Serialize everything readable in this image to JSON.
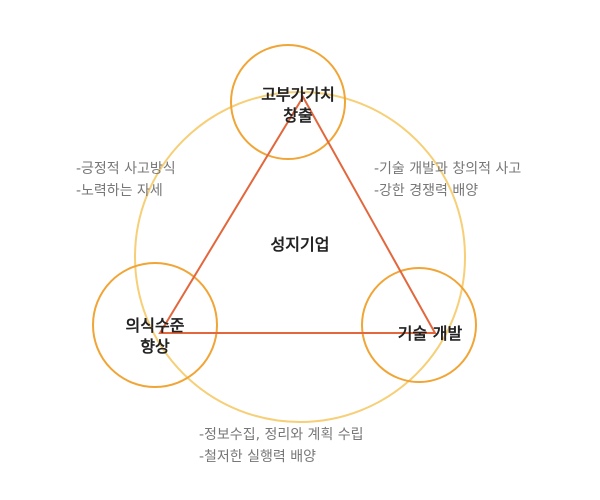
{
  "colors": {
    "big_circle": "#f6cf77",
    "small_circle": "#f0a536",
    "triangle": "#e2673d",
    "label_text": "#222222",
    "note_text": "#777777"
  },
  "nodes": {
    "top": {
      "line1": "고부가가치",
      "line2": "창출"
    },
    "left": {
      "line1": "의식수준",
      "line2": "향상"
    },
    "right": {
      "line1": "기술 개발"
    }
  },
  "center": {
    "label": "성지기업"
  },
  "notes": {
    "left": [
      "-긍정적 사고방식",
      "-노력하는 자세"
    ],
    "right": [
      "-기술 개발과 창의적 사고",
      "-강한 경쟁력 배양"
    ],
    "bottom": [
      "-정보수집, 정리와 계획 수립",
      "-철저한 실행력 배양"
    ]
  }
}
